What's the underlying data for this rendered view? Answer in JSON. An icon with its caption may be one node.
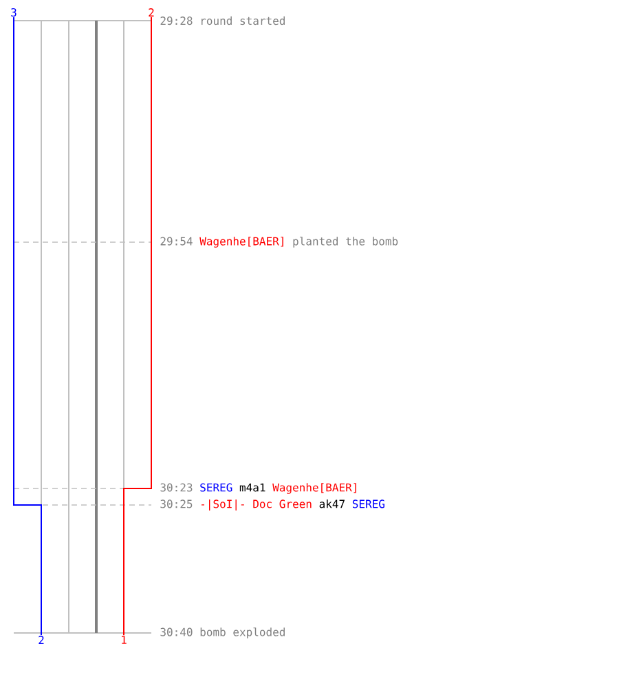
{
  "diagram": {
    "labels": [
      "3",
      "2",
      "29:28",
      "round started",
      "29:54",
      "Wagenhe[BAER]",
      "planted the bomb",
      "30:23",
      "SEREG",
      "m4a1",
      "Wagenhe[BAER]",
      "30:25",
      "-|SoI|- Doc Green",
      "ak47",
      "SEREG",
      "2",
      "1",
      "30:40",
      "bomb exploded"
    ]
  }
}
